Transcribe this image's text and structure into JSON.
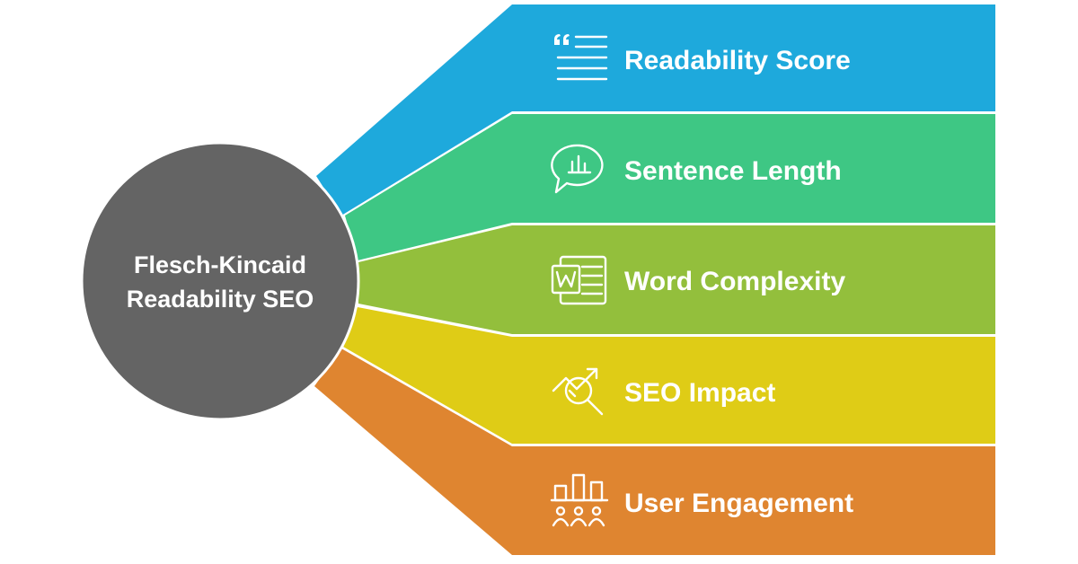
{
  "hub": {
    "lines": [
      "Flesch-Kincaid",
      "Readability SEO"
    ],
    "color": "#646464"
  },
  "branches": [
    {
      "label": "Readability Score",
      "icon": "quote-text-lines-icon",
      "color": "#1ea9dc"
    },
    {
      "label": "Sentence Length",
      "icon": "chat-bubble-bar-chart-icon",
      "color": "#3ec784"
    },
    {
      "label": "Word Complexity",
      "icon": "word-document-icon",
      "color": "#93bf3c"
    },
    {
      "label": "SEO Impact",
      "icon": "magnifier-trend-icon",
      "color": "#dfcc16"
    },
    {
      "label": "User Engagement",
      "icon": "audience-bar-chart-icon",
      "color": "#df8530"
    }
  ]
}
